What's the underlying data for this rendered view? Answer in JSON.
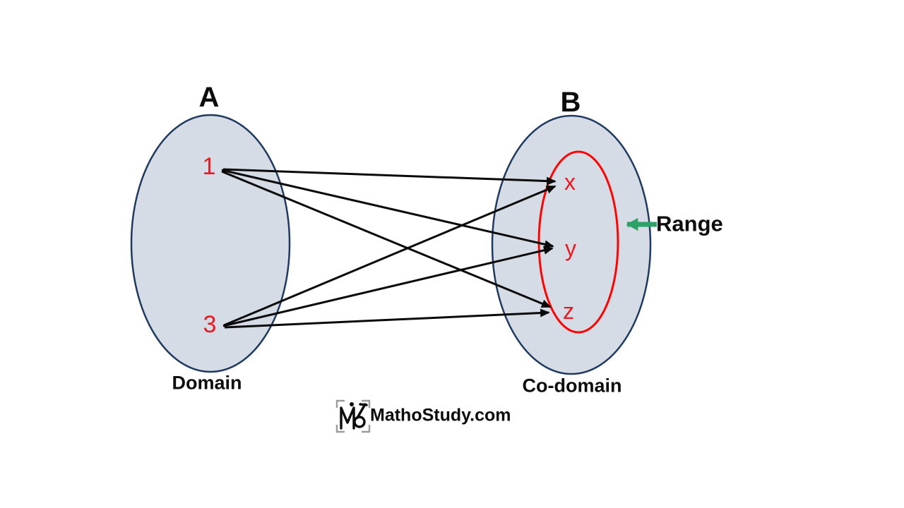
{
  "diagram_type": "set-mapping-diagram",
  "set_a": {
    "name": "A",
    "caption": "Domain",
    "elements": [
      "1",
      "3"
    ]
  },
  "set_b": {
    "name": "B",
    "caption": "Co-domain",
    "elements": [
      "x",
      "y",
      "z"
    ]
  },
  "range": {
    "label": "Range"
  },
  "mappings": [
    {
      "from": "1",
      "to": "x"
    },
    {
      "from": "1",
      "to": "y"
    },
    {
      "from": "1",
      "to": "z"
    },
    {
      "from": "3",
      "to": "x"
    },
    {
      "from": "3",
      "to": "y"
    },
    {
      "from": "3",
      "to": "z"
    }
  ],
  "watermark": {
    "text": "MathoStudy.com"
  },
  "colors": {
    "set-fill": "#d6dce5",
    "set-stroke": "#1f3a60",
    "element-red": "#e8191f",
    "range-stroke": "#ff0202",
    "arrow-black": "#0a0a0a",
    "range-arrow-green": "#2ea166",
    "bracket-gray": "#9b9b9b"
  }
}
